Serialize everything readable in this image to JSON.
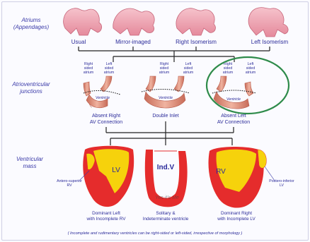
{
  "sections": {
    "atriums": {
      "line1": "Atriums",
      "line2": "(Appendages)"
    },
    "junctions": {
      "line1": "Atrioventricular",
      "line2": "junctions"
    },
    "mass": {
      "line1": "Ventricular",
      "line2": "mass"
    }
  },
  "atrial_arrangements": [
    "Usual",
    "Mirror-imaged",
    "Right Isomerism",
    "Left Isomerism"
  ],
  "junction_types": [
    {
      "right": [
        "Right",
        "sided",
        "atrium"
      ],
      "left": [
        "Left",
        "sided",
        "atrium"
      ],
      "ventricle": "Ventricle",
      "caption": [
        "Absent Right",
        "AV Connection"
      ]
    },
    {
      "right": [
        "Right",
        "sided",
        "atrium"
      ],
      "left": [
        "Left",
        "sided",
        "atrium"
      ],
      "ventricle": "Ventricle",
      "caption": [
        "Double Inlet",
        ""
      ]
    },
    {
      "right": [
        "Right",
        "sided",
        "atrium"
      ],
      "left": [
        "Left",
        "sided",
        "atrium"
      ],
      "ventricle": "Ventricle",
      "caption": [
        "Absent Left",
        "AV Connection"
      ]
    }
  ],
  "ventricles": [
    {
      "chamber": "LV",
      "side_label": [
        "Antero-superior",
        "RV"
      ],
      "caption": [
        "Dominant Left",
        "with Incomplete RV"
      ]
    },
    {
      "chamber": "Ind.V",
      "side_label": [],
      "caption": [
        "Solitary &",
        "Indeterminate ventricle"
      ]
    },
    {
      "chamber": "RV",
      "side_label": [
        "Postero-inferior",
        "LV"
      ],
      "caption": [
        "Dominant Right",
        "with Incomplete LV"
      ]
    }
  ],
  "watermark": "Yes it's Me",
  "footnote": "( Incomplete and rudimentary ventricles can be right-sided or left-sided, irrespective of morphology )",
  "colors": {
    "atrium": "#f2a9b6",
    "tube": "#d98a72",
    "ventricle_outer": "#e52c2c",
    "ventricle_inner": "#f6d20c",
    "text": "#2c2c9a",
    "highlight": "#2e8b4a"
  }
}
